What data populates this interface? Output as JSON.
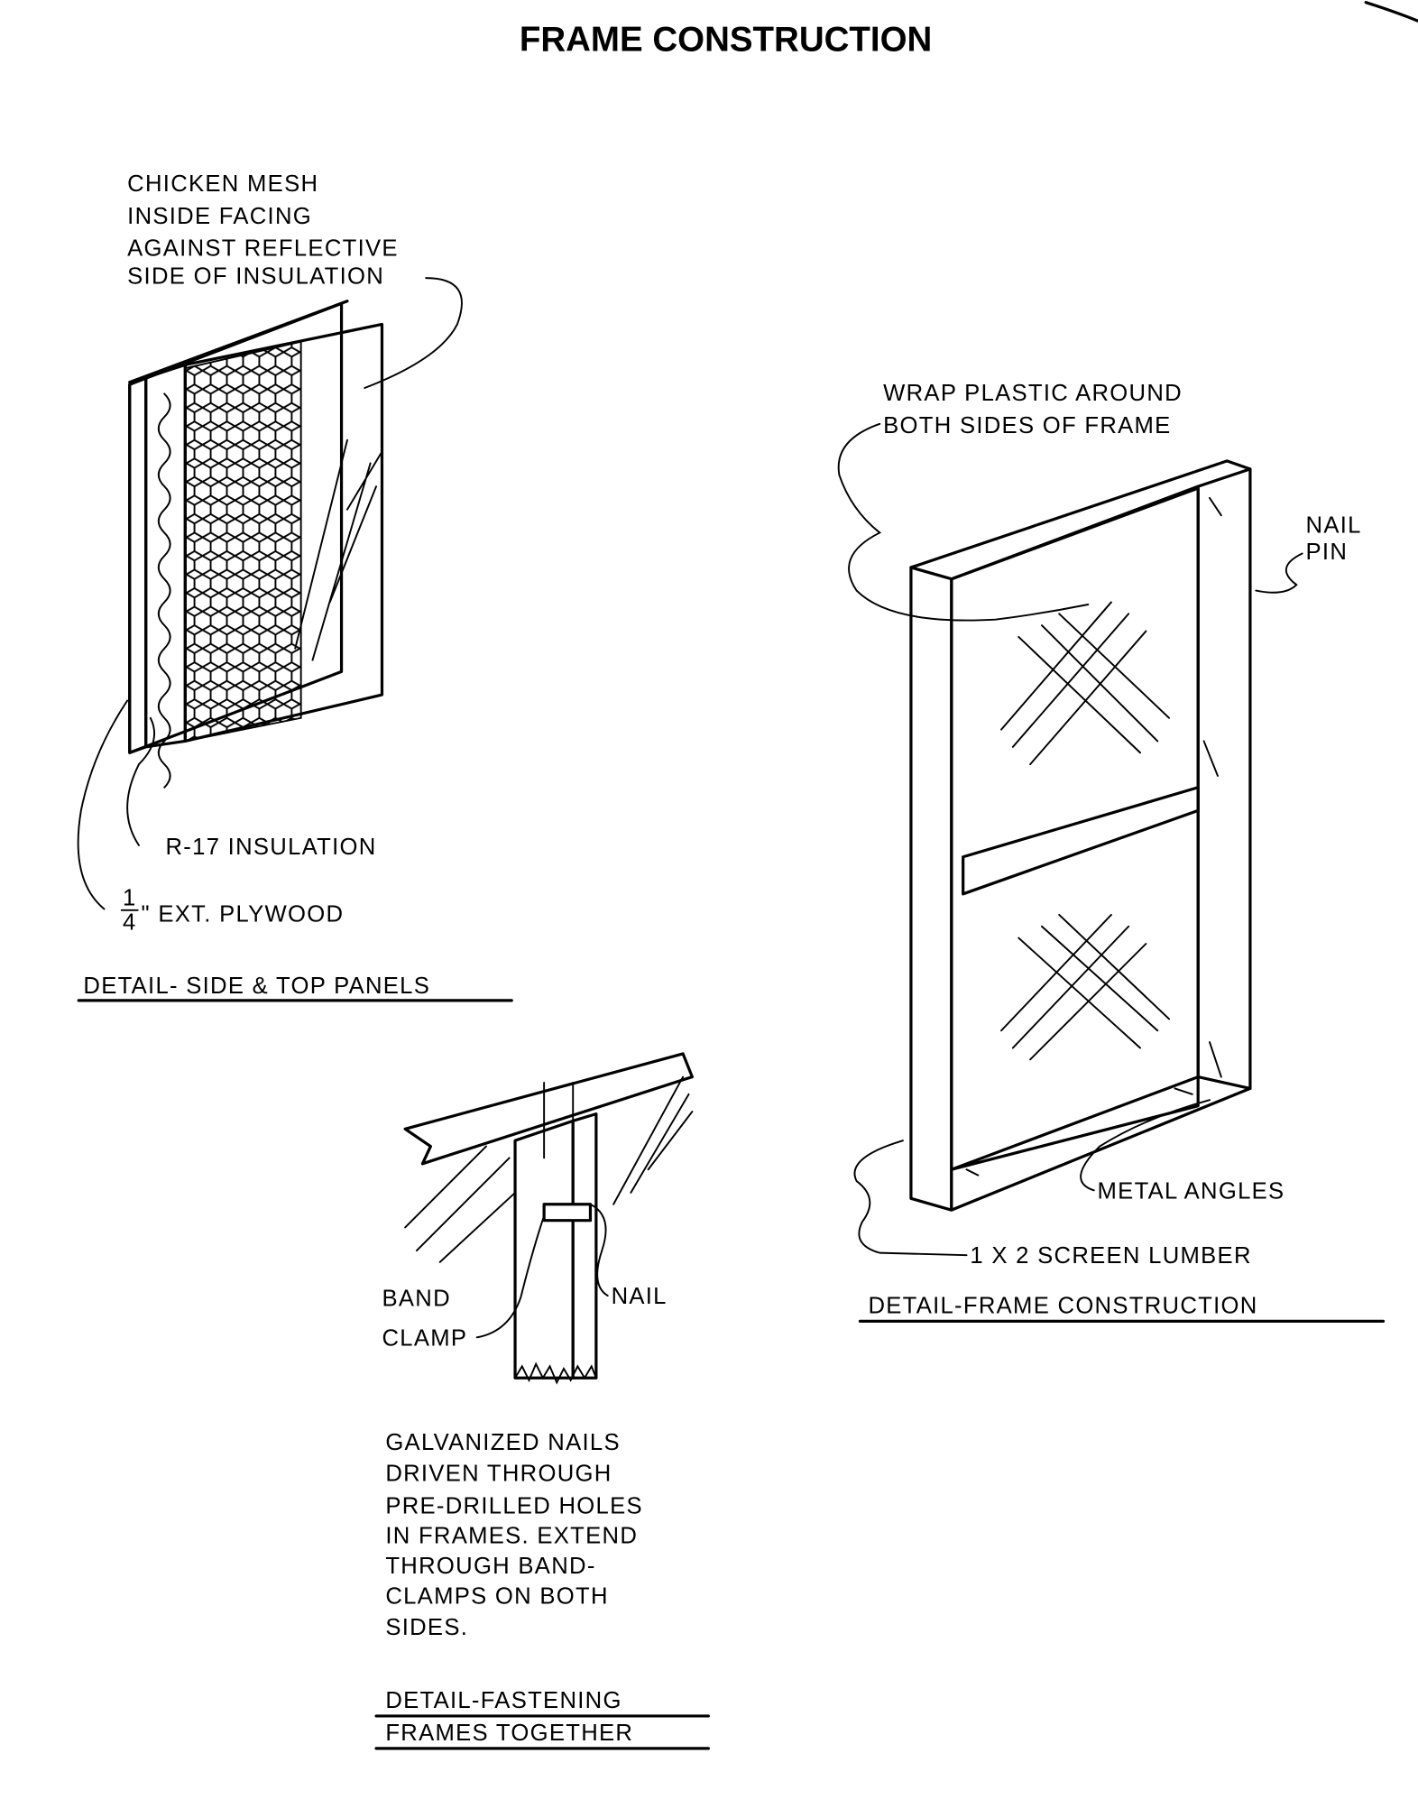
{
  "title": "FRAME CONSTRUCTION",
  "panel_detail": {
    "mesh_label": [
      "CHICKEN MESH",
      "INSIDE FACING",
      "AGAINST REFLECTIVE",
      "SIDE OF INSULATION"
    ],
    "insulation_label": "R-17 INSULATION",
    "plywood_fraction_num": "1",
    "plywood_fraction_den": "4",
    "plywood_label": "\" EXT. PLYWOOD",
    "caption": "DETAIL- SIDE & TOP PANELS"
  },
  "frame_detail": {
    "wrap_label": [
      "WRAP PLASTIC AROUND",
      "BOTH SIDES OF FRAME"
    ],
    "nail_pin_label": [
      "NAIL",
      "PIN"
    ],
    "metal_angles_label": "METAL ANGLES",
    "lumber_label": "1 X 2 SCREEN LUMBER",
    "caption": "DETAIL-FRAME CONSTRUCTION"
  },
  "fastening_detail": {
    "band_clamp_label": [
      "BAND",
      "CLAMP"
    ],
    "nail_label": "NAIL",
    "note": [
      "GALVANIZED NAILS",
      "DRIVEN THROUGH",
      "PRE-DRILLED HOLES",
      "IN FRAMES. EXTEND",
      "THROUGH BAND-",
      "CLAMPS ON BOTH",
      "SIDES."
    ],
    "caption": [
      "DETAIL-FASTENING",
      "FRAMES TOGETHER"
    ]
  }
}
